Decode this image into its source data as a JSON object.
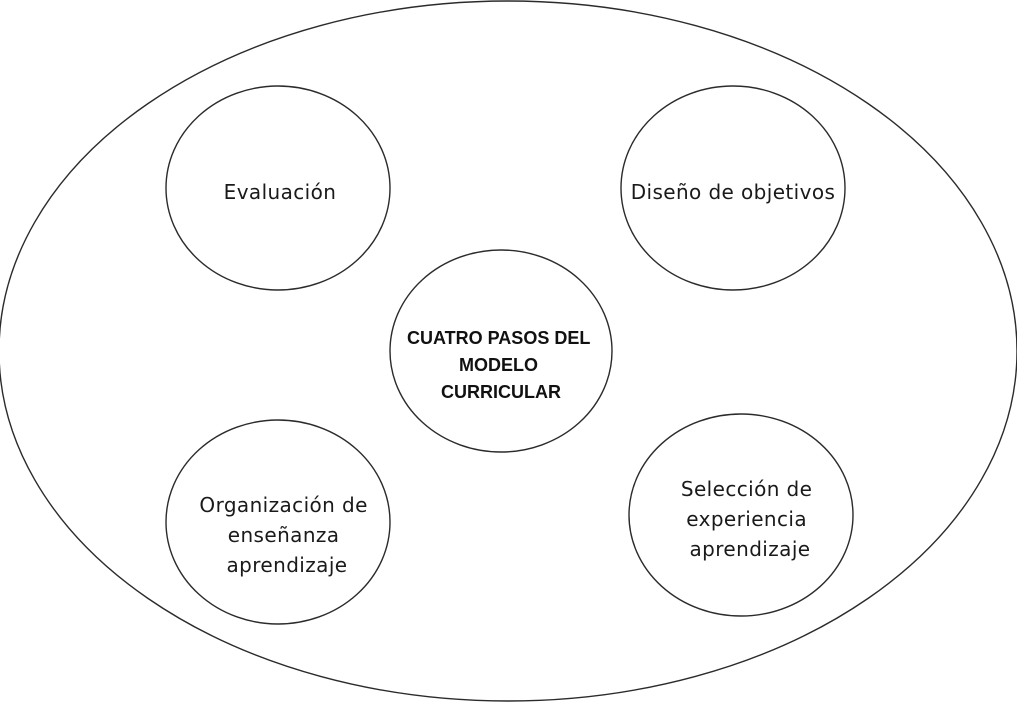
{
  "diagram": {
    "center": {
      "lines": [
        "CUATRO PASOS DEL",
        "MODELO",
        "CURRICULAR"
      ]
    },
    "nodes": {
      "evaluacion": {
        "lines": [
          "Evaluación"
        ]
      },
      "diseno": {
        "lines": [
          "Diseño de objetivos"
        ]
      },
      "organizacion": {
        "lines": [
          "Organización de",
          "enseñanza",
          "aprendizaje"
        ]
      },
      "seleccion": {
        "lines": [
          "Selección de",
          "experiencia",
          "aprendizaje"
        ]
      }
    },
    "colors": {
      "stroke": "#2b2b2b",
      "text": "#1a1a1a",
      "background": "#ffffff"
    }
  }
}
